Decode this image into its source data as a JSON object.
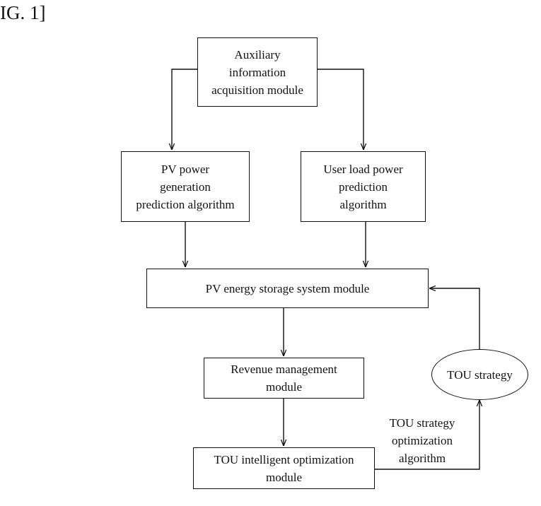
{
  "figure": {
    "caption": "IG. 1]"
  },
  "nodes": {
    "auxiliary": {
      "lines": [
        "Auxiliary",
        "information",
        "acquisition module"
      ]
    },
    "pv_prediction": {
      "lines": [
        "PV power",
        "generation",
        "prediction algorithm"
      ]
    },
    "load_prediction": {
      "lines": [
        "User load power",
        "prediction",
        "algorithm"
      ]
    },
    "storage": {
      "lines": [
        "PV energy storage system module"
      ]
    },
    "revenue": {
      "lines": [
        "Revenue management",
        "module"
      ]
    },
    "tou_optimization": {
      "lines": [
        "TOU intelligent optimization",
        "module"
      ]
    },
    "tou_strategy": {
      "lines": [
        "TOU strategy"
      ]
    }
  },
  "edge_labels": {
    "optimization_algorithm": {
      "lines": [
        "TOU strategy",
        "optimization",
        "algorithm"
      ]
    }
  },
  "colors": {
    "stroke": "#111111",
    "background": "#ffffff"
  }
}
